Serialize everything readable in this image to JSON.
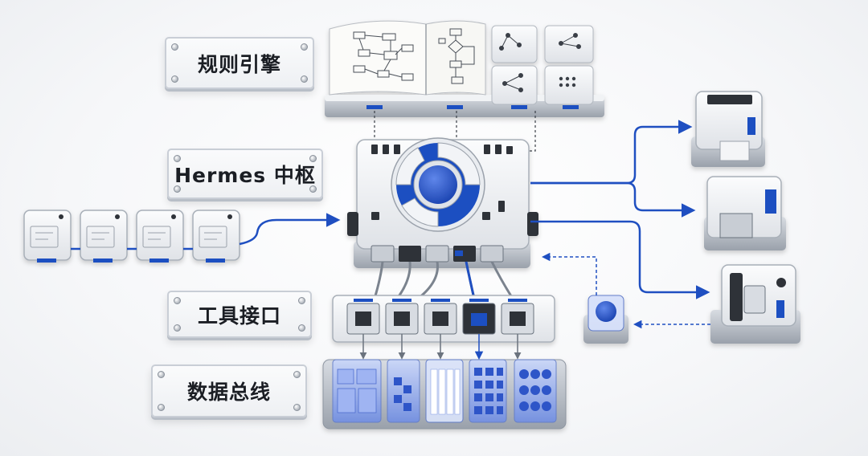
{
  "labels": {
    "rule_engine": "规则引擎",
    "hermes_hub": "Hermes 中枢",
    "tool_interface": "工具接口",
    "data_bus": "数据总线"
  },
  "colors": {
    "accent_blue": "#1f4fc1",
    "metal_light": "#eceef1",
    "metal_dark": "#8e96a1",
    "plaque_text": "#1b1e24"
  }
}
